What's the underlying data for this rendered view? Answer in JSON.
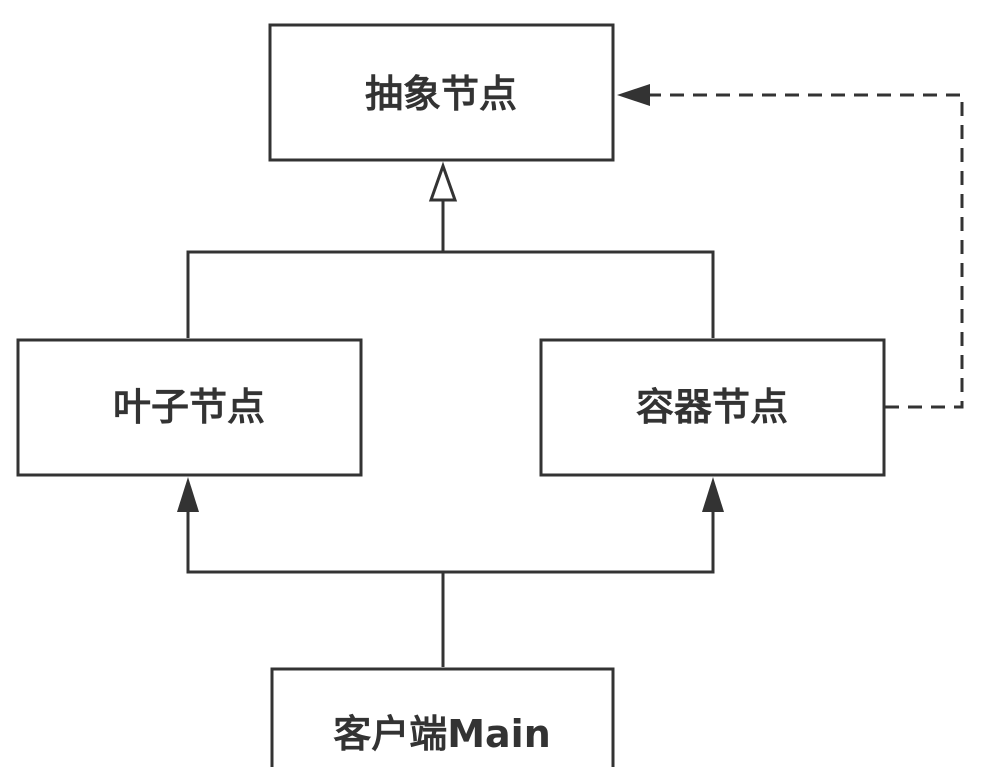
{
  "nodes": {
    "abstract": {
      "label": "抽象节点"
    },
    "leaf": {
      "label": "叶子节点"
    },
    "container": {
      "label": "容器节点"
    },
    "client": {
      "label": "客户端Main"
    }
  },
  "edges": [
    {
      "from": "leaf",
      "to": "abstract",
      "kind": "generalization",
      "style": "solid"
    },
    {
      "from": "container",
      "to": "abstract",
      "kind": "generalization",
      "style": "solid"
    },
    {
      "from": "container",
      "to": "abstract",
      "kind": "association",
      "style": "dashed"
    },
    {
      "from": "client",
      "to": "leaf",
      "kind": "association",
      "style": "solid"
    },
    {
      "from": "client",
      "to": "container",
      "kind": "association",
      "style": "solid"
    }
  ],
  "colors": {
    "stroke": "#333333",
    "background": "#ffffff"
  }
}
